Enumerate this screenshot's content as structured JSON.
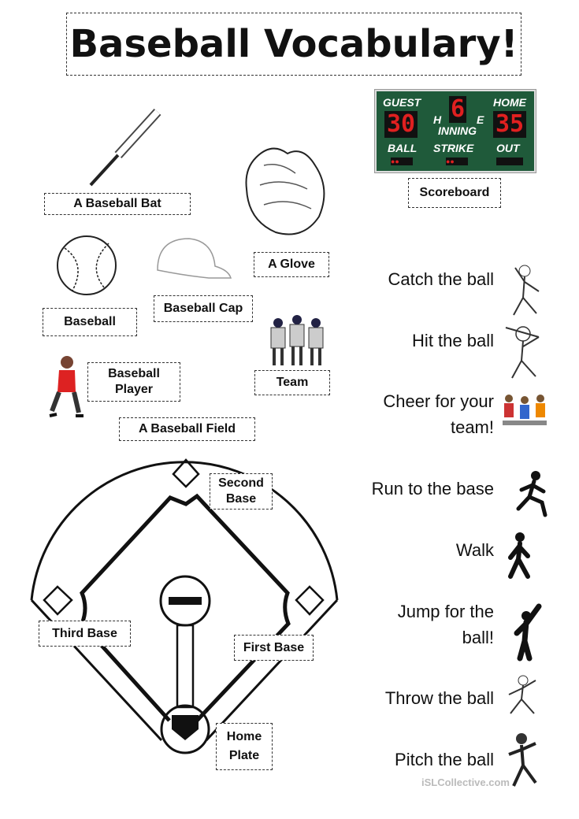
{
  "title": "Baseball Vocabulary!",
  "labels": {
    "bat": "A Baseball Bat",
    "glove": "A Glove",
    "baseball": "Baseball",
    "cap": "Baseball Cap",
    "player": "Baseball Player",
    "team": "Team",
    "field": "A Baseball Field",
    "scoreboard": "Scoreboard",
    "second_base": "Second Base",
    "third_base": "Third Base",
    "first_base": "First Base",
    "home_plate": "Home Plate"
  },
  "scoreboard": {
    "guest_label": "GUEST",
    "home_label": "HOME",
    "guest_score": "30",
    "home_score": "35",
    "inning": "6",
    "inning_label": "INNING",
    "h": "H",
    "e": "E",
    "ball": "BALL",
    "strike": "STRIKE",
    "out": "OUT"
  },
  "actions": [
    "Catch the ball",
    "Hit the ball",
    "Cheer for your team!",
    "Run to the base",
    "Walk",
    "Jump for the ball!",
    "Throw the ball",
    "Pitch the ball"
  ],
  "watermark": "iSLCollective.com"
}
